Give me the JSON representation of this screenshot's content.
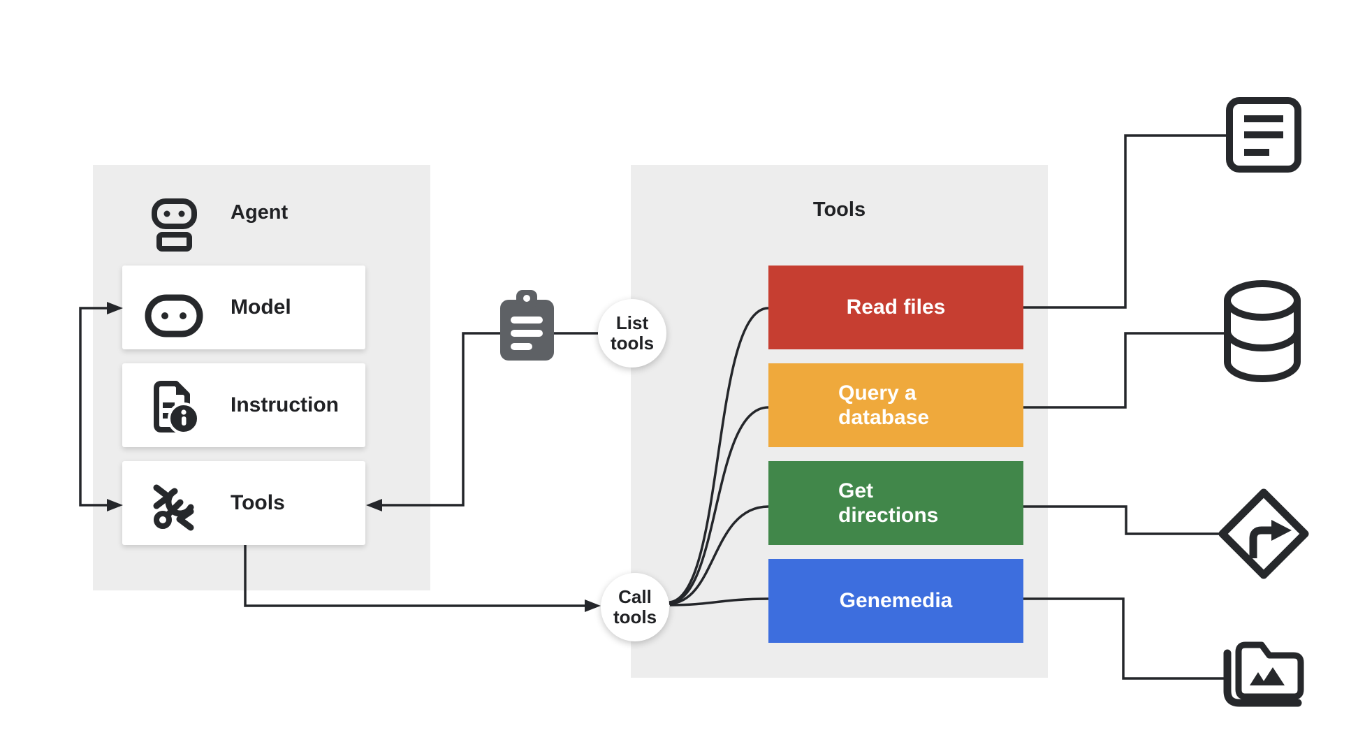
{
  "agent_panel": {
    "title": "Agent",
    "items": [
      {
        "label": "Model",
        "icon": "model-robot-icon"
      },
      {
        "label": "Instruction",
        "icon": "instruction-document-icon"
      },
      {
        "label": "Tools",
        "icon": "wrench-icon"
      }
    ]
  },
  "tools_panel": {
    "title": "Tools",
    "items": [
      {
        "label": "Read files",
        "color": "#C63E31",
        "target_icon": "file-document-icon"
      },
      {
        "label": "Query a database",
        "color": "#EFA93C",
        "target_icon": "database-icon"
      },
      {
        "label": "Get directions",
        "color": "#41874A",
        "target_icon": "directions-icon"
      },
      {
        "label": "Genemedia",
        "color": "#3D6EDE",
        "target_icon": "media-library-icon"
      }
    ]
  },
  "connectors": {
    "list_tools_label": "List tools",
    "call_tools_label": "Call tools"
  },
  "icons": [
    "agent-robot-icon",
    "model-robot-icon",
    "instruction-document-icon",
    "wrench-icon",
    "clipboard-icon",
    "file-document-icon",
    "database-icon",
    "directions-icon",
    "media-library-icon"
  ],
  "colors": {
    "panel_bg": "#EDEDED",
    "line": "#24262A",
    "clipboard_gray": "#5E6165",
    "text_dark": "#202124",
    "box_red": "#C63E31",
    "box_orange": "#EFA93C",
    "box_green": "#41874A",
    "box_blue": "#3D6EDE"
  }
}
